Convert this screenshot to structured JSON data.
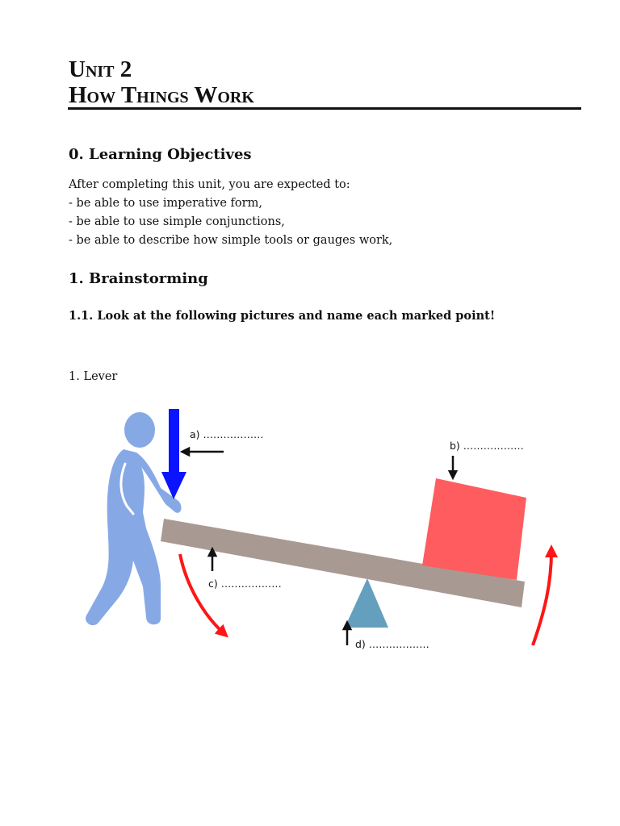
{
  "header": {
    "unit_line": "Unit 2",
    "title_line": "How Things Work"
  },
  "objectives": {
    "heading": "0. Learning Objectives",
    "intro": "After completing this unit, you are expected to:",
    "items": [
      "- be able to use imperative form,",
      "- be able to use simple conjunctions,",
      "- be able to describe how simple tools or gauges work,"
    ]
  },
  "brainstorming": {
    "heading": "1. Brainstorming",
    "subheading": "1.1. Look at the following pictures and name each marked point!",
    "item_label": "1. Lever"
  },
  "lever_figure": {
    "labels": {
      "a": "a) ………………",
      "b": "b) ………………",
      "c": "c) ………………",
      "d": "d) ………………"
    },
    "colors": {
      "person": "#86a9e6",
      "force_arrow": "#0a14ff",
      "load": "#ff5c60",
      "beam": "#a89a92",
      "fulcrum": "#659fbe",
      "motion_arrow": "#ff1515"
    }
  }
}
